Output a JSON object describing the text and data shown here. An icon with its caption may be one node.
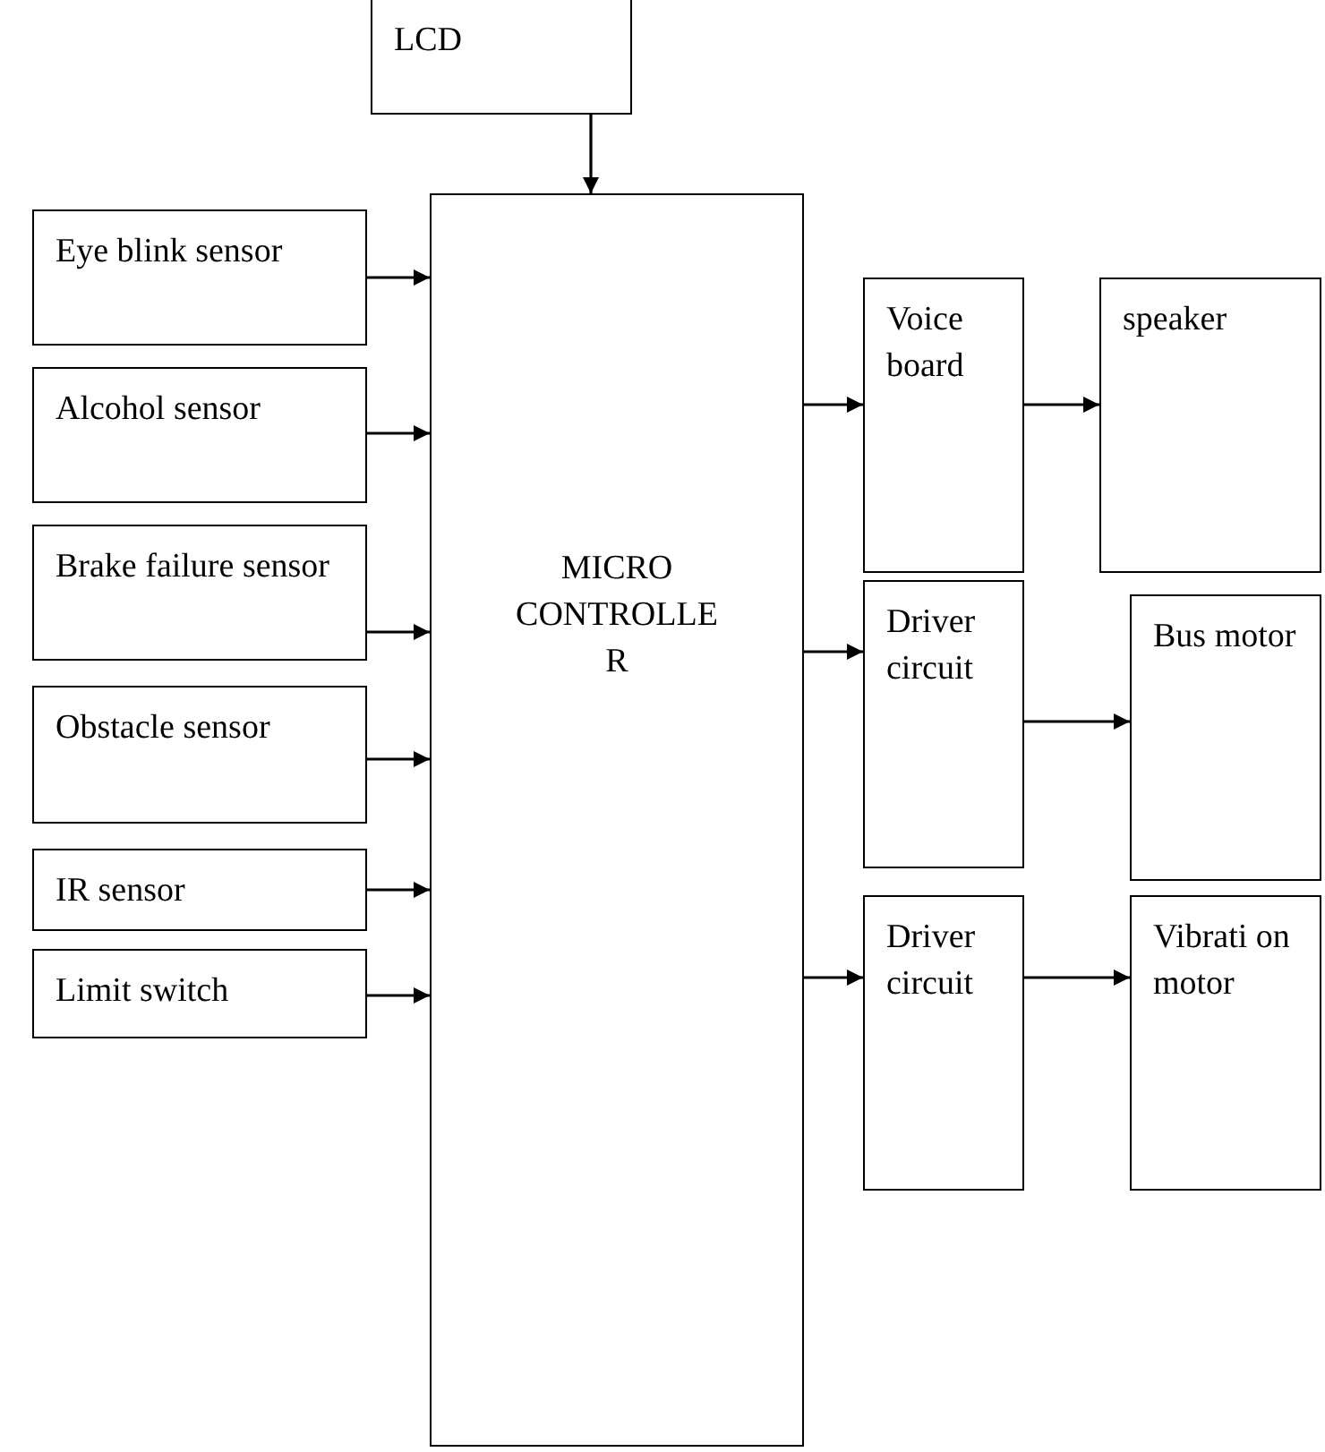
{
  "diagram": {
    "nodes": [
      {
        "text": [
          "LCD"
        ]
      },
      {
        "text": [
          "MICRO CONTROLLE R"
        ]
      },
      {
        "text": [
          "Eye blink sensor"
        ]
      },
      {
        "text": [
          "Alcohol sensor"
        ]
      },
      {
        "text": [
          "Brake failure sensor"
        ]
      },
      {
        "text": [
          "Obstacle sensor"
        ]
      },
      {
        "text": [
          "IR sensor"
        ]
      },
      {
        "text": [
          "Limit switch"
        ]
      },
      {
        "text": [
          "Voice board"
        ]
      },
      {
        "text": [
          "speaker"
        ]
      },
      {
        "text": [
          "Driver circuit"
        ]
      },
      {
        "text": [
          "Bus motor"
        ]
      },
      {
        "text": [
          "Driver circuit"
        ]
      },
      {
        "text": [
          "Vibrati on motor"
        ]
      }
    ],
    "edges": [
      {
        "from": 0,
        "to": 1,
        "arrow": "to"
      },
      {
        "from": 2,
        "to": 1,
        "arrow": "to"
      },
      {
        "from": 3,
        "to": 1,
        "arrow": "to"
      },
      {
        "from": 4,
        "to": 1,
        "arrow": "to"
      },
      {
        "from": 5,
        "to": 1,
        "arrow": "to"
      },
      {
        "from": 6,
        "to": 1,
        "arrow": "to"
      },
      {
        "from": 7,
        "to": 1,
        "arrow": "to"
      },
      {
        "from": 1,
        "to": 8,
        "arrow": "to"
      },
      {
        "from": 8,
        "to": 9,
        "arrow": "to"
      },
      {
        "from": 1,
        "to": 10,
        "arrow": "to"
      },
      {
        "from": 10,
        "to": 11,
        "arrow": "to"
      },
      {
        "from": 1,
        "to": 12,
        "arrow": "to"
      },
      {
        "from": 12,
        "to": 13,
        "arrow": "to"
      }
    ]
  }
}
